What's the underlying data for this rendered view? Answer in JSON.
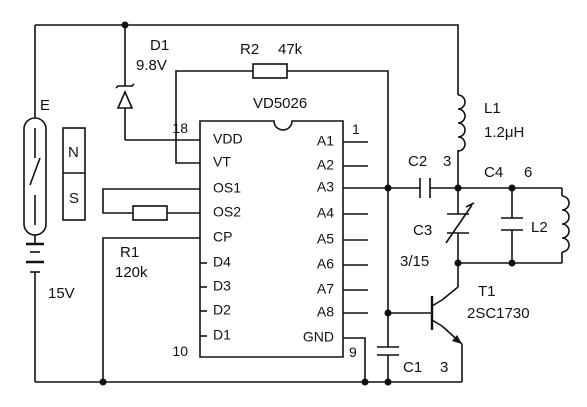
{
  "ic": {
    "name": "VD5026",
    "left_pins": [
      {
        "label": "VDD",
        "number": "18"
      },
      {
        "label": "VT",
        "number": ""
      },
      {
        "label": "OS1",
        "number": ""
      },
      {
        "label": "OS2",
        "number": ""
      },
      {
        "label": "CP",
        "number": ""
      },
      {
        "label": "D4",
        "number": ""
      },
      {
        "label": "D3",
        "number": ""
      },
      {
        "label": "D2",
        "number": ""
      },
      {
        "label": "D1",
        "number": "10"
      }
    ],
    "right_pins": [
      {
        "label": "A1",
        "number": "1"
      },
      {
        "label": "A2",
        "number": ""
      },
      {
        "label": "A3",
        "number": ""
      },
      {
        "label": "A4",
        "number": ""
      },
      {
        "label": "A5",
        "number": ""
      },
      {
        "label": "A6",
        "number": ""
      },
      {
        "label": "A7",
        "number": ""
      },
      {
        "label": "A8",
        "number": ""
      },
      {
        "label": "GND",
        "number": "9"
      }
    ]
  },
  "components": {
    "D1": {
      "ref": "D1",
      "value": "9.8V"
    },
    "R2": {
      "ref": "R2",
      "value": "47k"
    },
    "R1": {
      "ref": "R1",
      "value": "120k"
    },
    "L1": {
      "ref": "L1",
      "value": "1.2μH"
    },
    "L2": {
      "ref": "L2"
    },
    "C1": {
      "ref": "C1",
      "value": "3"
    },
    "C2": {
      "ref": "C2",
      "value": "3"
    },
    "C3": {
      "ref": "C3",
      "value": "3/15"
    },
    "C4": {
      "ref": "C4",
      "value": "6"
    },
    "T1": {
      "ref": "T1",
      "value": "2SC1730"
    },
    "E": {
      "ref": "E"
    },
    "battery": {
      "value": "15V"
    },
    "magnet": {
      "north": "N",
      "south": "S"
    }
  }
}
